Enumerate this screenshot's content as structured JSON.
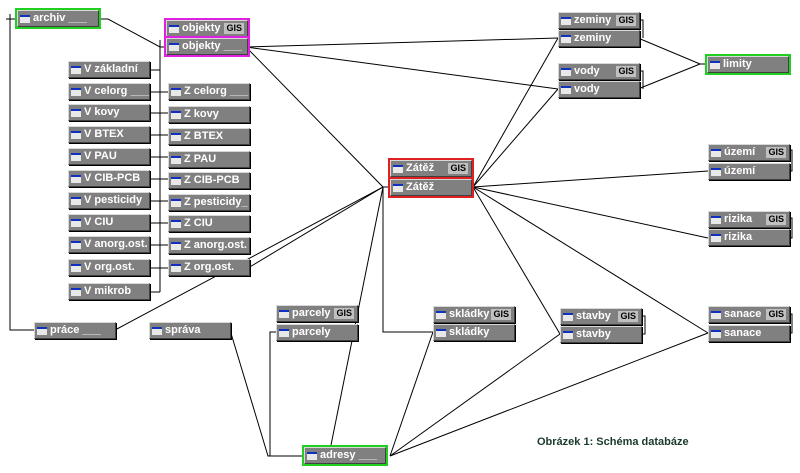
{
  "caption": "Obrázek 1: Schéma databáze",
  "gis": "GIS",
  "tables": {
    "archiv": "archiv ___",
    "objekty_gis": "objekty",
    "objekty": "objekty ___",
    "v_zakladni": "V základní",
    "v_celorg": "V celorg ___",
    "v_kovy": "V kovy",
    "v_btex": "V BTEX",
    "v_pau": "V PAU",
    "v_cib": "V CIB-PCB",
    "v_pest": "V pesticidy",
    "v_ciu": "V CIU",
    "v_anorg": "V anorg.ost.",
    "v_org": "V org.ost.",
    "v_mikrob": "V mikrob",
    "z_celorg": "Z celorg ___",
    "z_kovy": "Z kovy",
    "z_btex": "Z BTEX",
    "z_pau": "Z PAU",
    "z_cib": "Z CIB-PCB",
    "z_pest": "Z pesticidy_",
    "z_ciu": "Z CIU",
    "z_anorg": "Z anorg.ost.",
    "z_org": "Z org.ost.",
    "prace": "práce ___",
    "sprava": "správa",
    "parcely_gis": "parcely",
    "parcely": "parcely",
    "adresy": "adresy ___",
    "zatez_gis": "Zátěž",
    "zatez": "Zátěž",
    "skladky_gis": "skládky",
    "skladky": "skládky",
    "zeminy_gis": "zeminy",
    "zeminy": "zeminy",
    "vody_gis": "vody",
    "vody": "vody",
    "limity": "limity",
    "uzemi_gis": "území",
    "uzemi": "území",
    "rizika_gis": "rizika",
    "rizika": "rizika",
    "stavby_gis": "stavby",
    "stavby": "stavby",
    "sanace_gis": "sanace",
    "sanace": "sanace"
  }
}
